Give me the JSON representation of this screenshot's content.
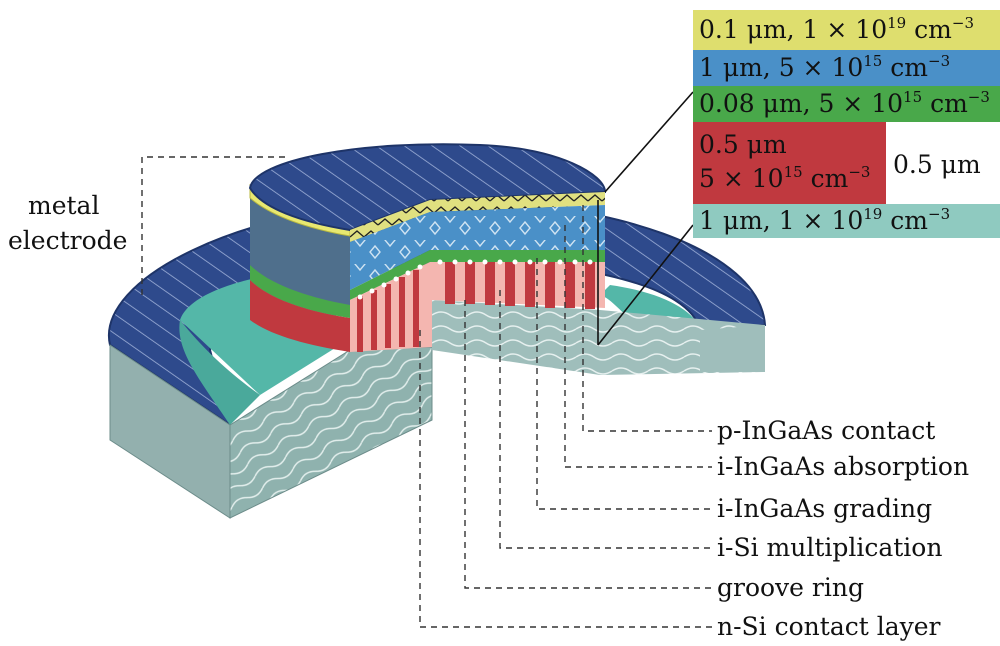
{
  "callouts": {
    "metal_line1": "metal",
    "metal_line2": "electrode"
  },
  "legend": {
    "contact_top": {
      "thick": "0.1 μm, 1 × 10",
      "exp": "19",
      "unit": " cm",
      "unit_exp": "−3",
      "color": "#dede6e"
    },
    "absorption": {
      "thick": "1 μm, 5 × 10",
      "exp": "15",
      "unit": " cm",
      "unit_exp": "−3",
      "color": "#4a90c8"
    },
    "grading": {
      "thick": "0.08 μm, 5 × 10",
      "exp": "15",
      "unit": " cm",
      "unit_exp": "−3",
      "color": "#49a84a"
    },
    "multiplication": {
      "line1": "0.5 μm",
      "line2_pre": "5 × 10",
      "exp": "15",
      "unit": " cm",
      "unit_exp": "−3",
      "color": "#c0393f"
    },
    "groove_width": "0.5 μm",
    "contact_bottom": {
      "thick": "1 μm, 1 × 10",
      "exp": "19",
      "unit": " cm",
      "unit_exp": "−3",
      "color": "#8fcac0"
    }
  },
  "leaders": [
    "p-InGaAs contact",
    "i-InGaAs absorption",
    "i-InGaAs grading",
    "i-Si multiplication",
    "groove ring",
    "n-Si contact layer"
  ],
  "colors": {
    "electrode": "#2e4a8c",
    "mesa_side": "#4f6f8c",
    "ring_teal": "#54b7a8",
    "pink": "#f4b6b0",
    "sidewall": "#8fb2ae",
    "wave": "#9fbebb"
  }
}
